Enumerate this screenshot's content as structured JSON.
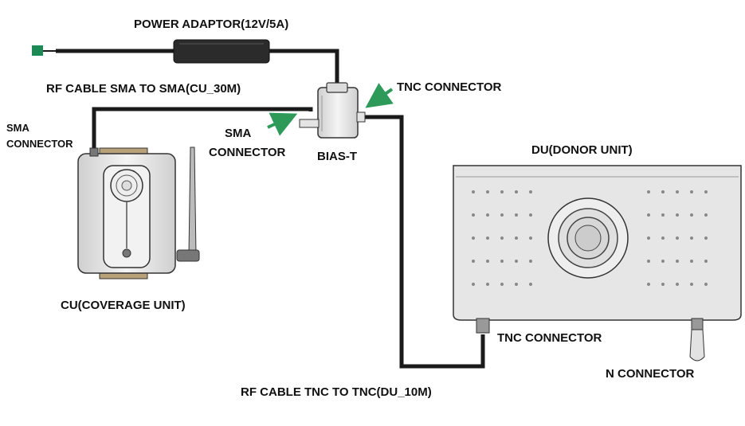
{
  "labels": {
    "power_adaptor": "POWER ADAPTOR(12V/5A)",
    "rf_cable_sma": "RF CABLE SMA TO SMA(CU_30M)",
    "tnc_connector_top": "TNC CONNECTOR",
    "sma_connector_left_line1": "SMA",
    "sma_connector_left_line2": "CONNECTOR",
    "sma_connector_mid_line1": "SMA",
    "sma_connector_mid_line2": "CONNECTOR",
    "bias_t": "BIAS-T",
    "du": "DU(DONOR UNIT)",
    "cu": "CU(COVERAGE UNIT)",
    "tnc_connector_bottom": "TNC CONNECTOR",
    "n_connector": "N CONNECTOR",
    "rf_cable_tnc": "RF CABLE TNC TO TNC(DU_10M)"
  },
  "colors": {
    "cable": "#1a1a1a",
    "plug": "#1d8a55",
    "arrow": "#2e9a5a",
    "device_fill": "#e8e8e8",
    "device_stroke": "#333333",
    "tan_cap": "#b9a27a"
  }
}
